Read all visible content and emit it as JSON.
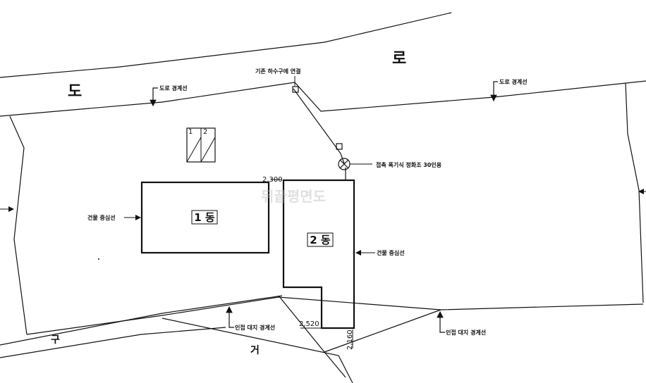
{
  "roads": {
    "north_char_left": "도",
    "north_char_right": "로",
    "south_char_left": "구",
    "south_char_right": "거"
  },
  "labels": {
    "sewer_connection": "기존 하수구에 연결",
    "road_boundary_left": "도로 경계선",
    "road_boundary_right": "도로 경계선",
    "septic_tank": "접촉 폭기식 정화조 30인용",
    "building_center_left": "건물 중심선",
    "building_center_right": "건물 중심선",
    "adjacent_boundary_left": "인접 대지 경계선",
    "adjacent_boundary_right": "인접 대지 경계선"
  },
  "buildings": {
    "b1": "1 동",
    "b2": "2 동"
  },
  "dimensions": {
    "d1": "2,300",
    "d2": "2,520",
    "d3": "2,160"
  },
  "stair_legend": {
    "n1": "1",
    "n2": "2"
  },
  "watermark": "뒤끝평면도"
}
